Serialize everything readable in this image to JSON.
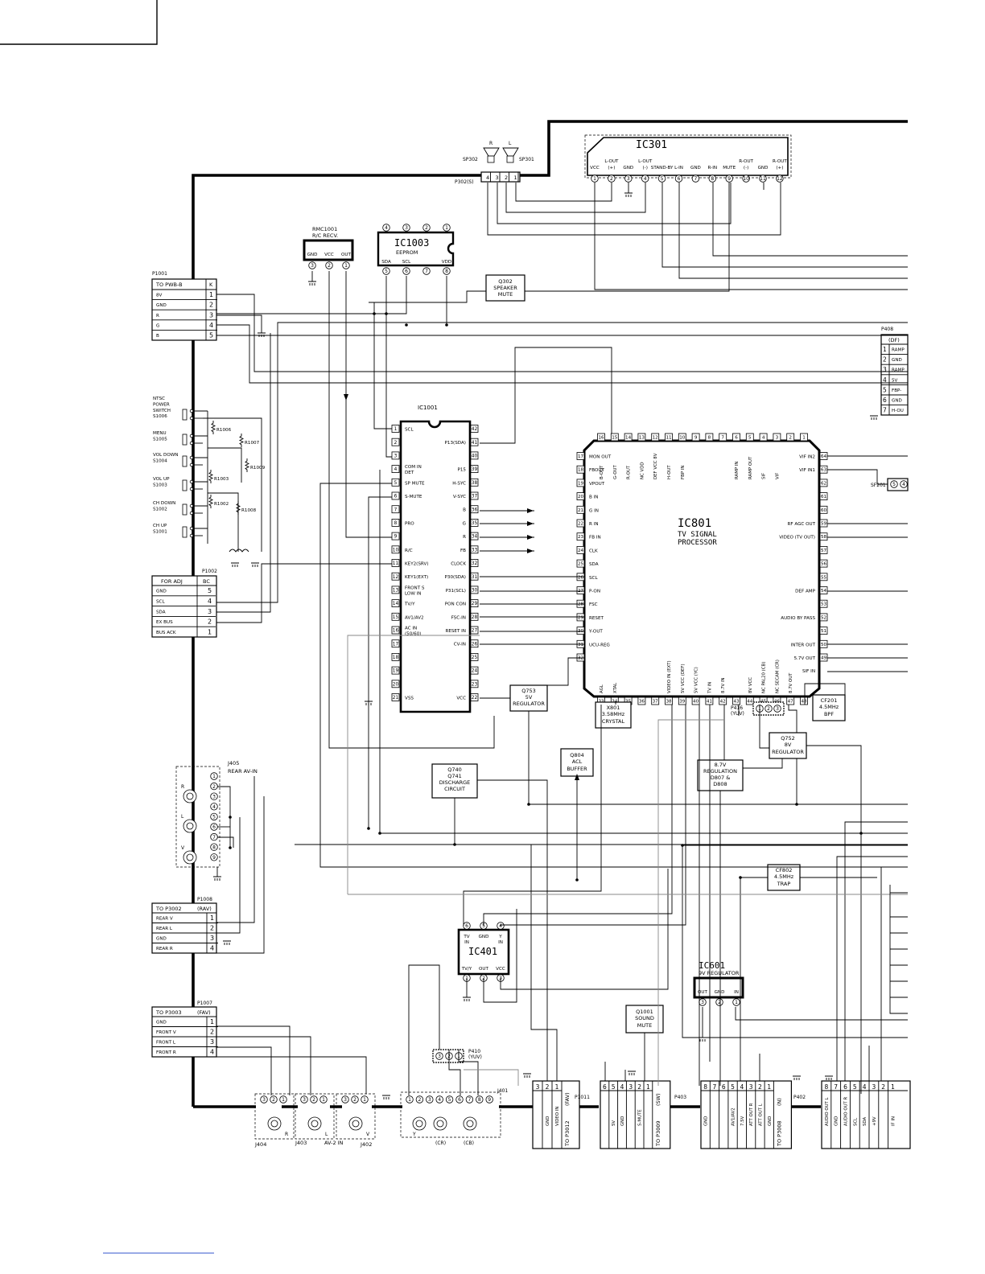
{
  "page": {
    "corner_box": ""
  },
  "ic301": {
    "name": "IC301",
    "pins": [
      "VCC",
      "L-OUT (+)",
      "GND",
      "L-OUT (-)",
      "STAND-BY",
      "L-IN",
      "GND",
      "R-IN",
      "MUTE",
      "R-OUT (-)",
      "GND",
      "R-OUT (+)"
    ],
    "nums": [
      "1",
      "2",
      "3",
      "4",
      "5",
      "6",
      "7",
      "8",
      "9",
      "10",
      "11",
      "12"
    ]
  },
  "speakers": {
    "r": "R",
    "l": "L",
    "sp302": "SP302",
    "sp301": "SP301",
    "p302": "P302(S)",
    "pins": [
      "4",
      "3",
      "2",
      "1"
    ]
  },
  "rmc1001": {
    "title": "RMC1001",
    "sub": "R/C RECV.",
    "pins": [
      "GND",
      "VCC",
      "OUT"
    ],
    "nums": [
      "3",
      "2",
      "1"
    ]
  },
  "ic1003": {
    "name": "IC1003",
    "sub": "EEPROM",
    "top": [
      "4",
      "3",
      "2",
      "1"
    ],
    "pins": [
      "SDA",
      "SCL",
      "",
      "VDD"
    ],
    "nums": [
      "5",
      "6",
      "7",
      "8"
    ]
  },
  "q302": {
    "l1": "Q302",
    "l2": "SPEAKER",
    "l3": "MUTE"
  },
  "p1001": {
    "tag": "P1001",
    "header": "TO PWB-B",
    "k": "K",
    "rows": [
      "8V",
      "GND",
      "R",
      "G",
      "B"
    ],
    "nums": [
      "1",
      "2",
      "3",
      "4",
      "5"
    ]
  },
  "switches": {
    "ntsc": [
      "NTSC",
      "POWER",
      "SWITCH",
      "S1006"
    ],
    "menu": [
      "MENU",
      "S1005"
    ],
    "voldown": [
      "VOL DOWN",
      "S1004"
    ],
    "volup": [
      "VOL UP",
      "S1003"
    ],
    "chdown": [
      "CH DOWN",
      "S1002"
    ],
    "chup": [
      "CH UP",
      "S1001"
    ],
    "resistors": [
      "R1006",
      "R1007",
      "R1009",
      "R1003",
      "R1002",
      "R1008"
    ]
  },
  "p1002": {
    "tag": "P1002",
    "header": "FOR ADJ",
    "bc": "BC",
    "rows": [
      "GND",
      "SCL",
      "SDA",
      "EX BUS",
      "BUS ACK"
    ],
    "nums": [
      "5",
      "4",
      "3",
      "2",
      "1"
    ]
  },
  "ic1001": {
    "name": "IC1001",
    "left": [
      "SCL",
      "",
      "",
      "COM IN DET",
      "SP MUTE",
      "S-MUTE",
      "",
      "PRO",
      "",
      "R/C",
      "KEY2(SRV)",
      "KEY1(EXT)",
      "FRONT S,LOW IN",
      "TV/Y",
      "AV1/AV2",
      "AC IN (50/60)",
      "",
      "",
      "",
      "",
      "VSS"
    ],
    "right": [
      "",
      "P13(SDA)",
      "",
      "P15",
      "H-SYC",
      "V-SYC",
      "B",
      "G",
      "R",
      "FB",
      "CLOCK",
      "P30(SDA)",
      "P31(SCL)",
      "PON CON",
      "FSC-IN",
      "RESET IN",
      "CV-IN",
      "",
      "",
      "",
      "VCC"
    ],
    "lnums": [
      "1",
      "2",
      "3",
      "4",
      "5",
      "6",
      "7",
      "8",
      "9",
      "10",
      "11",
      "12",
      "13",
      "14",
      "15",
      "16",
      "17",
      "18",
      "19",
      "20",
      "21"
    ],
    "rnums": [
      "42",
      "41",
      "40",
      "39",
      "38",
      "37",
      "36",
      "35",
      "34",
      "33",
      "32",
      "31",
      "30",
      "29",
      "28",
      "27",
      "26",
      "25",
      "24",
      "23",
      "22"
    ]
  },
  "ic801": {
    "name": "IC801",
    "line1": "TV SIGNAL",
    "line2": "PROCESSOR",
    "top": [
      "B-OUT",
      "G-OUT",
      "R-OUT",
      "NC VDD",
      "DEF VCC 8V",
      "H-OUT",
      "FBP IN",
      "",
      "",
      "",
      "RAMP IN",
      "RAMP OUT",
      "SIF",
      "VIF",
      "",
      ""
    ],
    "topnums": [
      "16",
      "15",
      "14",
      "13",
      "12",
      "11",
      "10",
      "9",
      "8",
      "7",
      "6",
      "5",
      "4",
      "3",
      "2",
      "1"
    ],
    "left": [
      "MON OUT",
      "FBOUT",
      "VPOUT",
      "B IN",
      "G IN",
      "R IN",
      "FB IN",
      "CLK",
      "SDA",
      "SCL",
      "P-ON",
      "FSC",
      "RESET",
      "Y-OUT",
      "UCU-REG"
    ],
    "leftnums": [
      "17",
      "18",
      "19",
      "20",
      "21",
      "22",
      "23",
      "24",
      "25",
      "26",
      "27",
      "28",
      "29",
      "30",
      "31",
      "32"
    ],
    "right": [
      "VIF IN2",
      "VIF IN1",
      "",
      "",
      "",
      "RF AGC OUT",
      "VIDEO (TV OUT)",
      "",
      "",
      "",
      "DEF AMP",
      "",
      "AUDIO BY PASS",
      "",
      "INTER OUT",
      "5.7V OUT",
      "SIF IN"
    ],
    "rightnums": [
      "64",
      "63",
      "62",
      "61",
      "60",
      "59",
      "58",
      "57",
      "56",
      "55",
      "54",
      "53",
      "52",
      "51",
      "50",
      "49"
    ],
    "bottom": [
      "AGL",
      "XTAL",
      "",
      "",
      "",
      "VIDEO IN (EXT)",
      "5V VCC (DEF)",
      "5V VCC (YC)",
      "TV IN",
      "8.7V IN",
      "",
      "8V VCC",
      "NC PAL20 (CB)",
      "NC SECAM (CR)",
      "8.7V OUT",
      ""
    ],
    "bottomnums": [
      "33",
      "34",
      "35",
      "36",
      "37",
      "38",
      "39",
      "40",
      "41",
      "42",
      "43",
      "44",
      "45",
      "46",
      "47",
      "48"
    ]
  },
  "p408": {
    "tag": "P408",
    "header": "(DF)",
    "rows": [
      "RAMP",
      "GND",
      "RAMP",
      "5V",
      "FBP-",
      "GND",
      "H-OU"
    ],
    "nums": [
      "1",
      "2",
      "3",
      "4",
      "5",
      "6",
      "7"
    ]
  },
  "sf201": {
    "label": "SF201",
    "pins": [
      "5",
      "4"
    ]
  },
  "q753": {
    "l1": "Q753",
    "l2": "5V",
    "l3": "REGULATOR"
  },
  "x801": {
    "l1": "X801",
    "l2": "3.58MHz",
    "l3": "CRYSTAL"
  },
  "p416": {
    "l1": "P416",
    "l2": "(YUV)",
    "pins": [
      "1",
      "2",
      "3"
    ]
  },
  "cf201": {
    "l1": "CF201",
    "l2": "4.5MHz",
    "l3": "BPF"
  },
  "q752": {
    "l1": "Q752",
    "l2": "8V",
    "l3": "REGULATOR"
  },
  "q804": {
    "l1": "Q804",
    "l2": "ACL",
    "l3": "BUFFER"
  },
  "q740": {
    "l1": "Q740",
    "l2": "Q741",
    "l3": "DISCHARGE",
    "l4": "CIRCUIT"
  },
  "reg87": {
    "l1": "8.7V",
    "l2": "REGULATION",
    "l3": "D807 &",
    "l4": "D808"
  },
  "cf802": {
    "l1": "CF802",
    "l2": "4.5MHz",
    "l3": "TRAP"
  },
  "j405": {
    "l1": "J405",
    "l2": "REAR AV-IN",
    "nums": [
      "1",
      "2",
      "3",
      "4",
      "5",
      "6",
      "7",
      "8",
      "9"
    ],
    "jacks": [
      "R",
      "L",
      "V"
    ]
  },
  "p1008": {
    "tag": "P1008",
    "header": "TO P3002",
    "sub": "(RAV)",
    "rows": [
      "REAR V",
      "REAR L",
      "GND",
      "REAR R"
    ],
    "nums": [
      "1",
      "2",
      "3",
      "4"
    ]
  },
  "p1007": {
    "tag": "P1007",
    "header": "TO P3003",
    "sub": "(FAV)",
    "rows": [
      "GND",
      "FRONT V",
      "FRONT L",
      "FRONT R"
    ],
    "nums": [
      "1",
      "2",
      "3",
      "4"
    ]
  },
  "ic401": {
    "name": "IC401",
    "top": [
      "TV IN",
      "GND",
      "Y IN"
    ],
    "topnums": [
      "6",
      "5",
      "4"
    ],
    "bot": [
      "TV/Y",
      "OUT",
      "VCC"
    ],
    "botnums": [
      "1",
      "2",
      "3"
    ]
  },
  "ic601": {
    "name": "IC601",
    "sub": "9V REGULATOR",
    "pins": [
      "OUT",
      "GND",
      "IN"
    ],
    "nums": [
      "3",
      "2",
      "1"
    ]
  },
  "q1001": {
    "l1": "Q1001",
    "l2": "SOUND",
    "l3": "MUTE"
  },
  "p410": {
    "l1": "P410",
    "l2": "(YUV)",
    "pins": [
      "3",
      "2",
      "1"
    ]
  },
  "jacks": {
    "j404": "J404",
    "j403": "J403",
    "av2in": "AV-2 IN",
    "j402": "J402",
    "j401": "J401",
    "r": "R",
    "l": "L",
    "v": "V",
    "y": "Y",
    "cr": "(CR)",
    "cb": "(CB)",
    "n321": [
      "3",
      "2",
      "1"
    ],
    "n401": [
      "1",
      "2",
      "3",
      "4",
      "5",
      "6",
      "7",
      "8",
      "9"
    ]
  },
  "p1011": {
    "title": "TO P3012",
    "sub": "(FAV)",
    "tag": "P1011",
    "pins": [
      "3",
      "2",
      "1"
    ],
    "labels": [
      "",
      "GND",
      "VIDEO IN"
    ]
  },
  "p403": {
    "title": "TO P3009",
    "sub": "(SW)",
    "tag": "P403",
    "pins": [
      "6",
      "5",
      "4",
      "3",
      "2",
      "1"
    ],
    "labels": [
      "",
      "5V",
      "GND",
      "",
      "S-MUTE",
      ""
    ]
  },
  "p402": {
    "title": "TO P3008",
    "sub": "(N)",
    "tag": "P402",
    "pins": [
      "8",
      "7",
      "6",
      "5",
      "4",
      "3",
      "2",
      "1"
    ],
    "labels": [
      "GND",
      "",
      "",
      "AV1/AV2",
      "7.5V",
      "ATT OUT R",
      "ATT OUT L",
      "GND"
    ]
  },
  "p401": {
    "pins": [
      "8",
      "7",
      "6",
      "5",
      "4",
      "3",
      "2",
      "1"
    ],
    "labels": [
      "AUDIO OUT L",
      "GND",
      "AUDIO OUT R",
      "SCL",
      "SDA",
      "+9V",
      "",
      "IF IN"
    ]
  }
}
